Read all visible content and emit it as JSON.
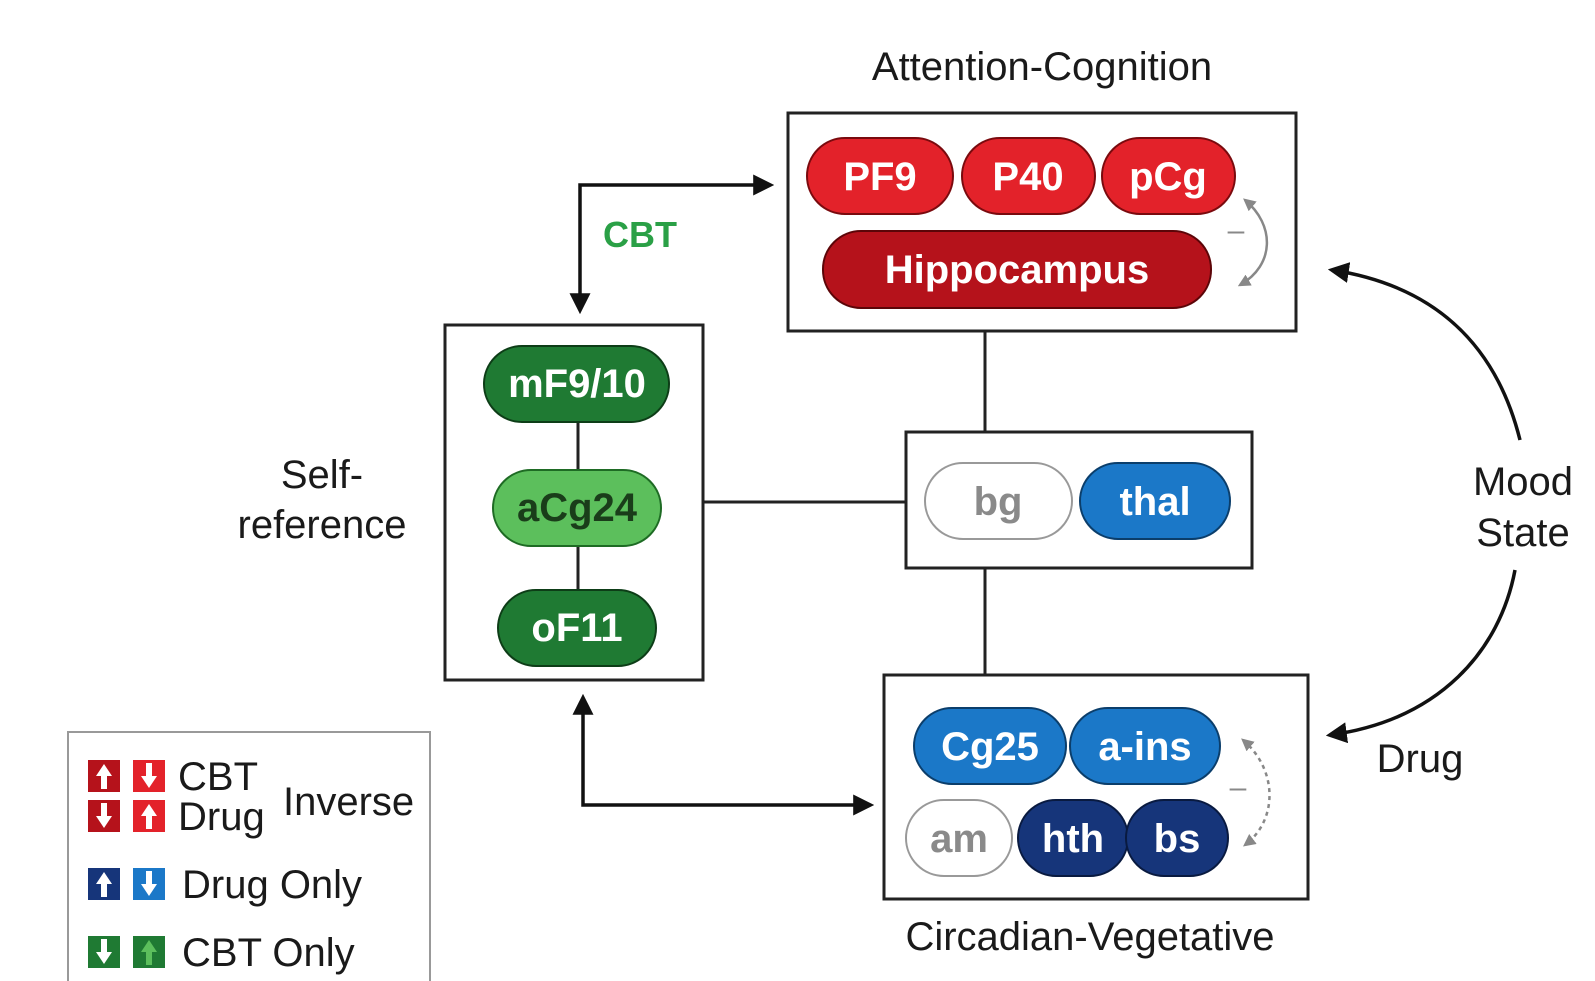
{
  "colors": {
    "red": "#e3222a",
    "dark_red": "#b5121b",
    "dark_green": "#1f7a33",
    "light_green": "#5cbf5c",
    "blue": "#1b78c8",
    "navy": "#16357a",
    "cbt_text": "#2aa046",
    "line": "#222222"
  },
  "labels": {
    "attention_cognition": "Attention-Cognition",
    "self_reference_line1": "Self-",
    "self_reference_line2": "reference",
    "circadian_vegetative": "Circadian-Vegetative",
    "mood_line1": "Mood",
    "mood_line2": "State",
    "drug": "Drug",
    "cbt": "CBT",
    "minus": "–"
  },
  "attention_box": {
    "regions": [
      "PF9",
      "P40",
      "pCg",
      "Hippocampus"
    ]
  },
  "self_box": {
    "regions": [
      "mF9/10",
      "aCg24",
      "oF11"
    ]
  },
  "middle_box": {
    "regions": [
      "bg",
      "thal"
    ]
  },
  "circadian_box": {
    "regions": [
      "Cg25",
      "a-ins",
      "am",
      "hth",
      "bs"
    ]
  },
  "legend": {
    "cbt": "CBT",
    "drug": "Drug",
    "inverse": "Inverse",
    "drug_only": "Drug Only",
    "cbt_only": "CBT Only"
  }
}
